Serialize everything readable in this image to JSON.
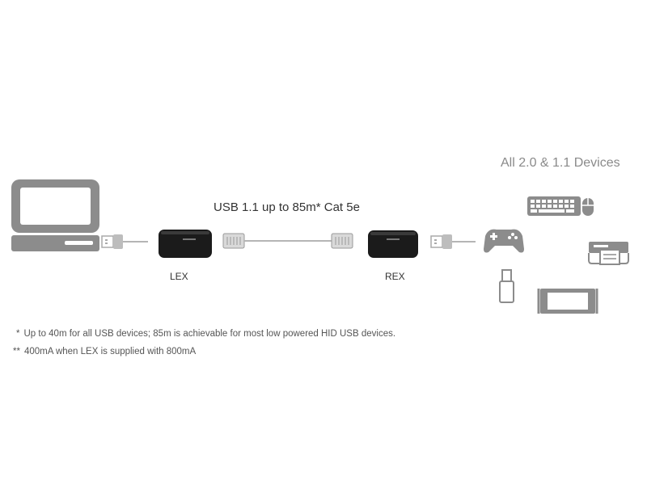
{
  "header": {
    "devices_title": "All 2.0 & 1.1 Devices"
  },
  "link": {
    "label": "USB 1.1 up to  85m* Cat 5e"
  },
  "units": {
    "lex": "LEX",
    "rex": "REX"
  },
  "footnotes": [
    {
      "mark": "*",
      "text": "Up to 40m for all USB devices; 85m is achievable for most low powered HID USB devices."
    },
    {
      "mark": "**",
      "text": "400mA when LEX is supplied with 800mA"
    }
  ],
  "icons": {
    "computer": "computer-icon",
    "keyboard": "keyboard-icon",
    "mouse": "mouse-icon",
    "gamepad": "gamepad-icon",
    "printer": "printer-icon",
    "flash_drive": "usb-flash-drive-icon",
    "display": "display-icon"
  },
  "colors": {
    "icon_gray": "#8c8c8c",
    "device_black": "#1a1a1a",
    "cable_gray": "#b5b5b5",
    "text_dark": "#333333",
    "text_light": "#8a8a8a"
  }
}
